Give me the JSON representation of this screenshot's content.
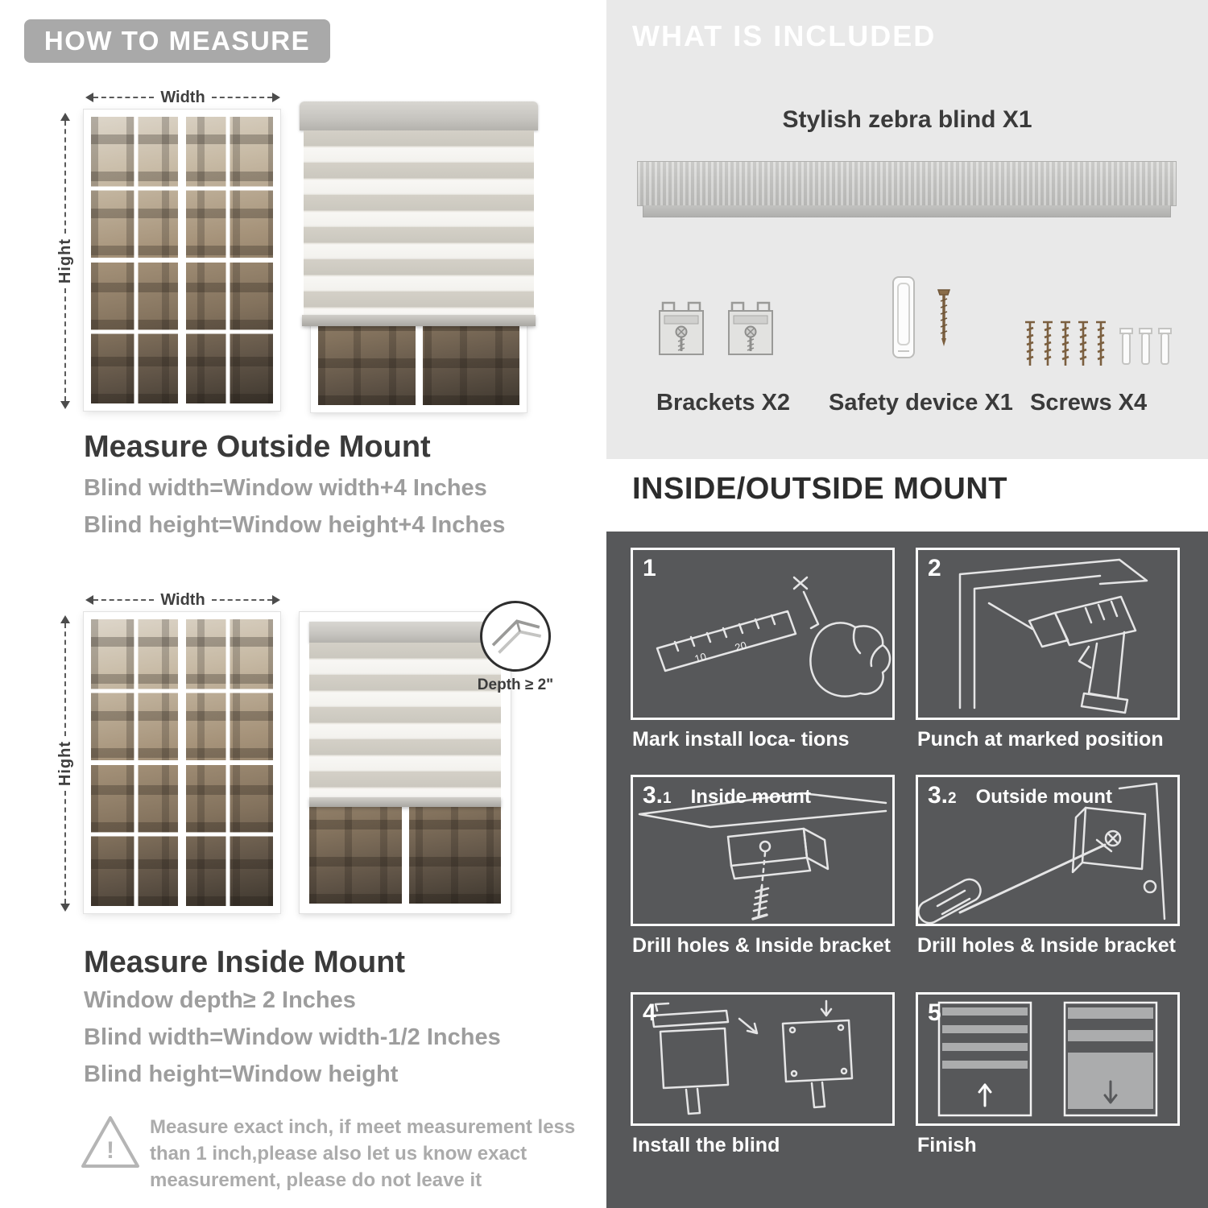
{
  "colors": {
    "pill-gray": "#a9a9a9",
    "heading-dark": "#3a3a3a",
    "body-gray": "#9d9d9d",
    "panel-light": "#e9e9e9",
    "panel-dark": "#57585a"
  },
  "left": {
    "header": "HOW TO MEASURE",
    "outside": {
      "width_label": "Width",
      "height_label": "Hight",
      "title": "Measure Outside Mount",
      "line1": "Blind width=Window width+4 Inches",
      "line2": "Blind height=Window height+4 Inches"
    },
    "inside": {
      "width_label": "Width",
      "height_label": "Hight",
      "depth_callout": "Depth ≥ 2\"",
      "title": "Measure Inside Mount",
      "line1": "Window depth≥ 2 Inches",
      "line2": "Blind width=Window width-1/2 Inches",
      "line3": "Blind height=Window height"
    },
    "note": {
      "icon_mark": "!",
      "line1": "Measure exact inch, if meet measurement less",
      "line2": "than 1 inch,please also let us know exact",
      "line3": "measurement, please do not leave it"
    }
  },
  "right": {
    "included": {
      "header": "WHAT IS INCLUDED",
      "blind_label": "Stylish zebra blind X1",
      "items": [
        {
          "label": "Brackets X2"
        },
        {
          "label": "Safety device X1"
        },
        {
          "label": "Screws X4"
        }
      ]
    },
    "mount": {
      "header": "INSIDE/OUTSIDE MOUNT",
      "ruler_numbers": [
        "10",
        "20"
      ],
      "steps": [
        {
          "num": "1",
          "caption": "Mark install loca- tions"
        },
        {
          "num": "2",
          "caption": "Punch at  marked position"
        },
        {
          "num": "3.",
          "sub": "1",
          "label": "Inside mount",
          "caption": "Drill holes &  Inside bracket"
        },
        {
          "num": "3.",
          "sub": "2",
          "label": "Outside mount",
          "caption": "Drill holes &  Inside bracket"
        },
        {
          "num": "4",
          "caption": "Install the blind"
        },
        {
          "num": "5",
          "caption": "Finish"
        }
      ]
    }
  }
}
